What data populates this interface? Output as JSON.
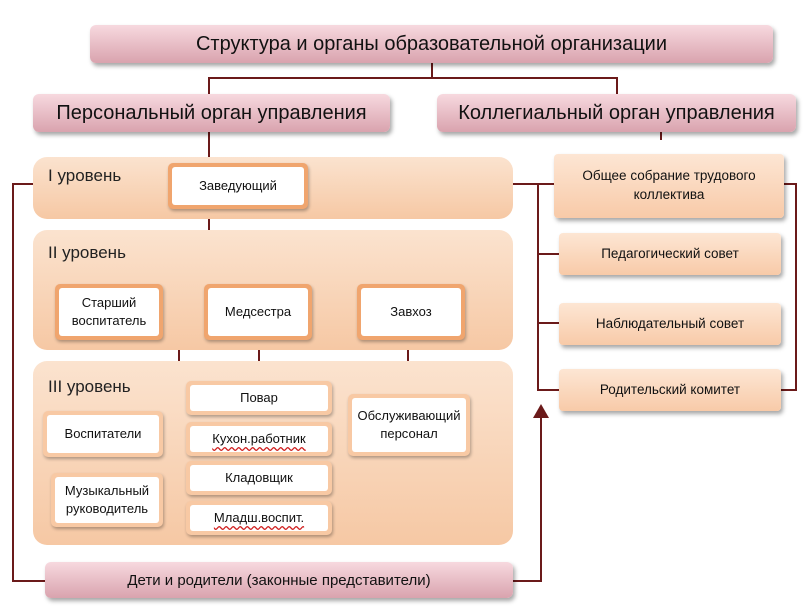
{
  "root": {
    "title": "Структура и органы образовательной организации"
  },
  "branches": {
    "personal": "Персональный орган управления",
    "collegial": "Коллегиальный орган управления"
  },
  "levels": {
    "level1": {
      "label": "I уровень"
    },
    "level2": {
      "label": "II уровень"
    },
    "level3": {
      "label": "III уровень"
    }
  },
  "nodes": {
    "head": "Заведующий",
    "senior_educator": "Старший воспитатель",
    "nurse": "Медсестра",
    "supply_manager": "Завхоз",
    "educators": "Воспитатели",
    "music_director": "Музыкальный руководитель",
    "cook": "Повар",
    "kitchen_worker": "Кухон.работник",
    "storekeeper": "Кладовщик",
    "junior_educator": "Младш.воспит.",
    "service_staff": "Обслуживающий персонал"
  },
  "collegial_bodies": {
    "general_meeting": "Общее собрание трудового коллектива",
    "pedagogical_council": "Педагогический совет",
    "supervisory_council": "Наблюдательный совет",
    "parent_committee": "Родительский комитет"
  },
  "footer": {
    "label": "Дети и родители (законные представители)"
  }
}
